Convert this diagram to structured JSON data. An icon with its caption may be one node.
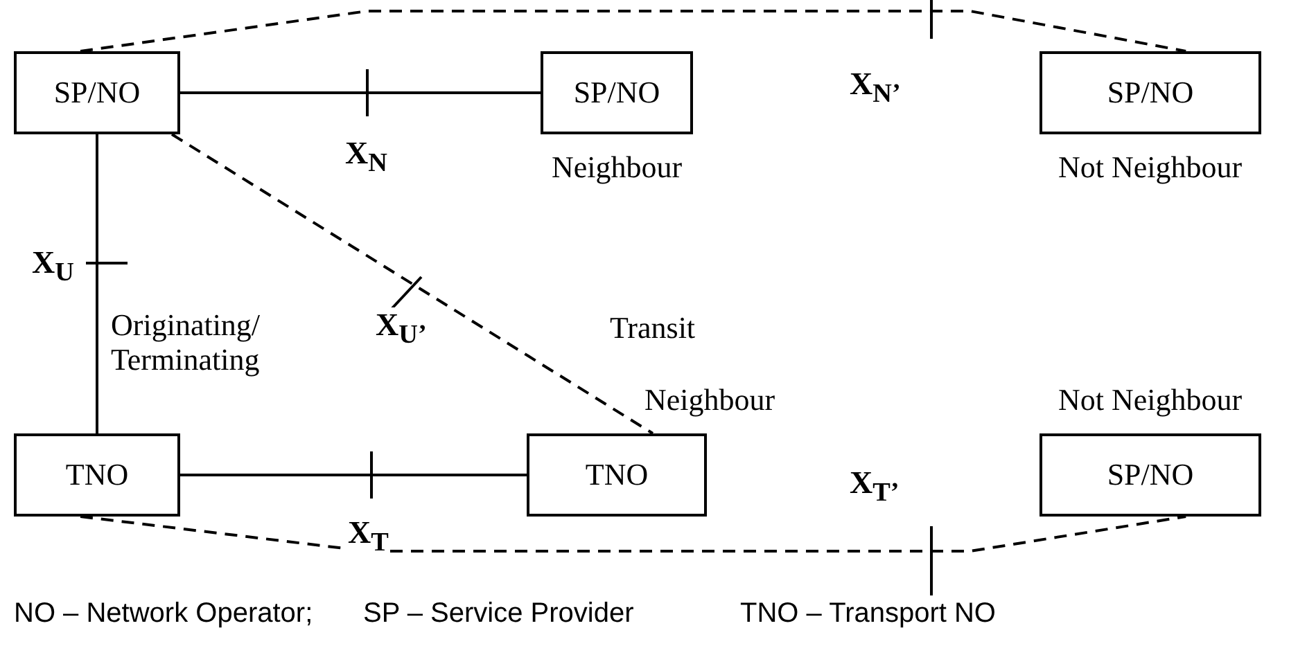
{
  "diagram": {
    "nodes": [
      {
        "text": [
          "SP/NO"
        ]
      },
      {
        "text": [
          "SP/NO"
        ],
        "beside": [
          "Neighbour"
        ]
      },
      {
        "text": [
          "SP/NO"
        ],
        "beside": [
          "Not Neighbour"
        ]
      },
      {
        "text": [
          "TNO"
        ]
      },
      {
        "text": [
          "TNO"
        ],
        "beside": [
          "Neighbour"
        ]
      },
      {
        "text": [
          "SP/NO"
        ],
        "beside": [
          "Not Neighbour"
        ]
      }
    ],
    "edges": [
      {
        "from": 0,
        "to": 1,
        "arrow": "none",
        "label": "X$_{N}$"
      },
      {
        "from": 0,
        "to": 2,
        "arrow": "none",
        "label": "X$_{N’}$",
        "style": "dashed"
      },
      {
        "from": 0,
        "to": 3,
        "arrow": "none",
        "label": "X$_{U}$"
      },
      {
        "from": 0,
        "to": 4,
        "arrow": "none",
        "label": "X$_{U’}$",
        "style": "dashed"
      },
      {
        "from": 3,
        "to": 4,
        "arrow": "none",
        "label": "X$_{T}$"
      },
      {
        "from": 3,
        "to": 5,
        "arrow": "none",
        "label": "X$_{T’}$",
        "style": "dashed"
      }
    ],
    "labels": [
      "Originating/ Terminating",
      "Transit",
      "NO – Network Operator;",
      "SP – Service Provider",
      "TNO – Transport NO"
    ]
  }
}
